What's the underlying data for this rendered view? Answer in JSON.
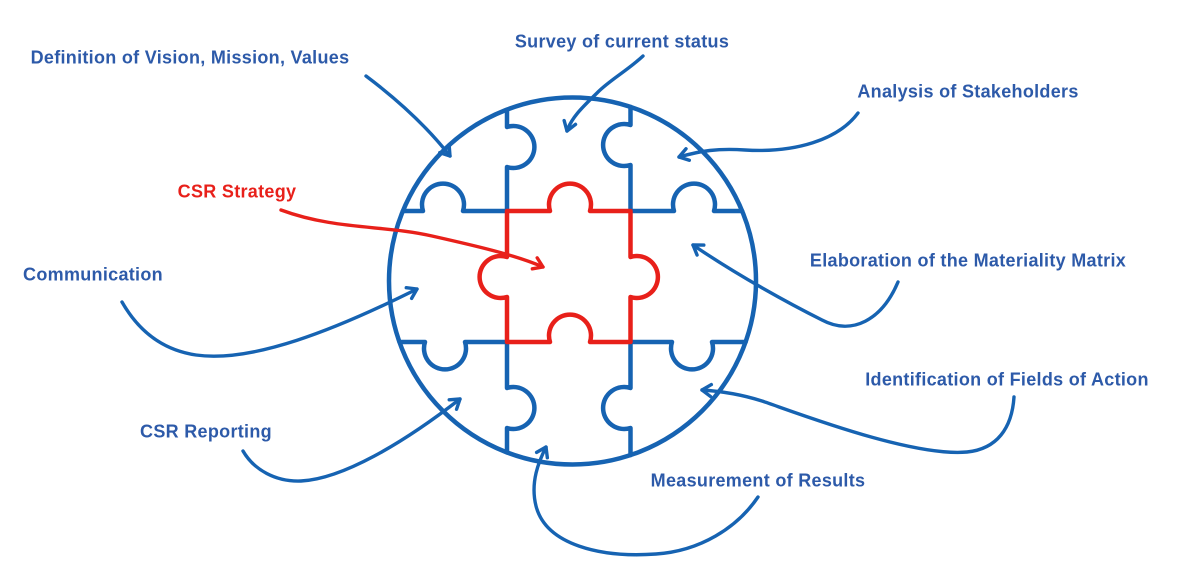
{
  "diagram": {
    "labels": {
      "definition": "Definition of Vision, Mission, Values",
      "survey": "Survey of current status",
      "analysis": "Analysis of Stakeholders",
      "strategy": "CSR Strategy",
      "communication": "Communication",
      "elaboration": "Elaboration of the Materiality Matrix",
      "identification": "Identification of Fields of Action",
      "reporting": "CSR Reporting",
      "measurement": "Measurement of Results"
    },
    "colors": {
      "line_blue": "#1663b2",
      "label_blue": "#2d5aa9",
      "accent_red": "#e8201a"
    }
  }
}
